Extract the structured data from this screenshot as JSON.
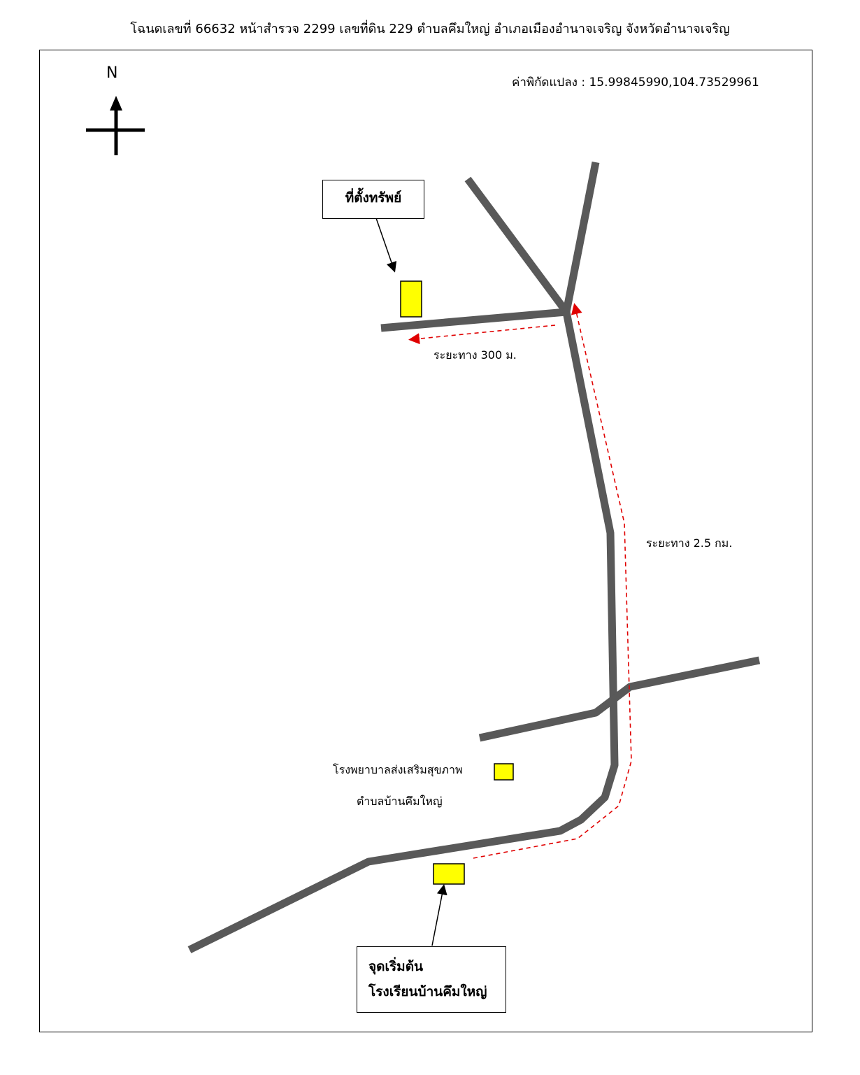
{
  "header": {
    "title": "โฉนดเลขที่ 66632 หน้าสำรวจ 2299 เลขที่ดิน 229 ตำบลคึมใหญ่ อำเภอเมืองอำนาจเจริญ จังหวัดอำนาจเจริญ"
  },
  "map": {
    "coordinates": "ค่าพิกัดแปลง : 15.99845990,104.73529961",
    "north_label": "N",
    "property_label": "ที่ตั้งทรัพย์",
    "distance_short": "ระยะทาง 300 ม.",
    "distance_long": "ระยะทาง 2.5 กม.",
    "hospital_line1": "โรงพยาบาลส่งเสริมสุขภาพ",
    "hospital_line2": "ตำบลบ้านคึมใหญ่",
    "start_line1": "จุดเริ่มต้น",
    "start_line2": "โรงเรียนบ้านคึมใหญ่"
  },
  "colors": {
    "road": "#595959",
    "marker": "#ffff00",
    "route": "#e00000"
  }
}
